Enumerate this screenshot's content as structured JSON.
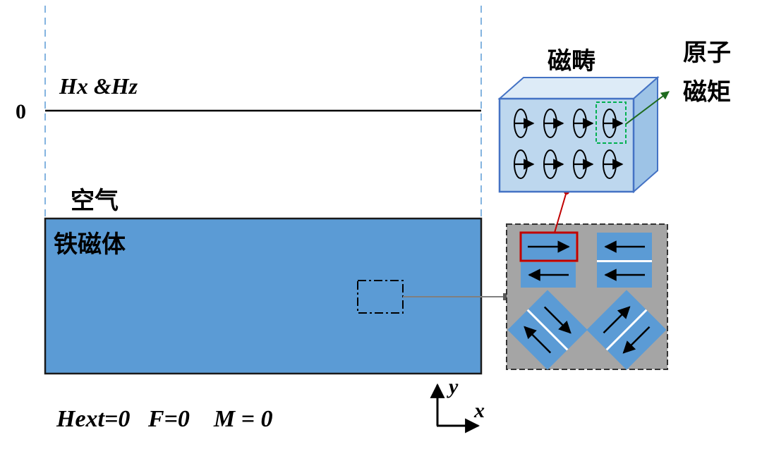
{
  "labels": {
    "h_field": "Hx &Hz",
    "zero": "0",
    "air": "空气",
    "ferromagnet": "铁磁体",
    "domain": "磁畴",
    "atomic_moment_line1": "原子",
    "atomic_moment_line2": "磁矩",
    "axis_y": "y",
    "axis_x": "x",
    "conditions": "Hext=0   F=0    M = 0"
  },
  "colors": {
    "ferromagnet_fill": "#5b9bd5",
    "ferromagnet_stroke": "#1a1a1a",
    "domain_box_front": "#bdd7ee",
    "domain_box_side": "#9dc3e6",
    "domain_box_stroke": "#4472c4",
    "inset_bg": "#a5a5a5",
    "inset_tile": "#5b9bd5",
    "highlight_red": "#c00000",
    "highlight_green": "#00b050",
    "arrow_green": "#1e6b1e",
    "guide_line": "#5b9bd5"
  },
  "atomic_moments": {
    "rows": 2,
    "cols": 4
  }
}
